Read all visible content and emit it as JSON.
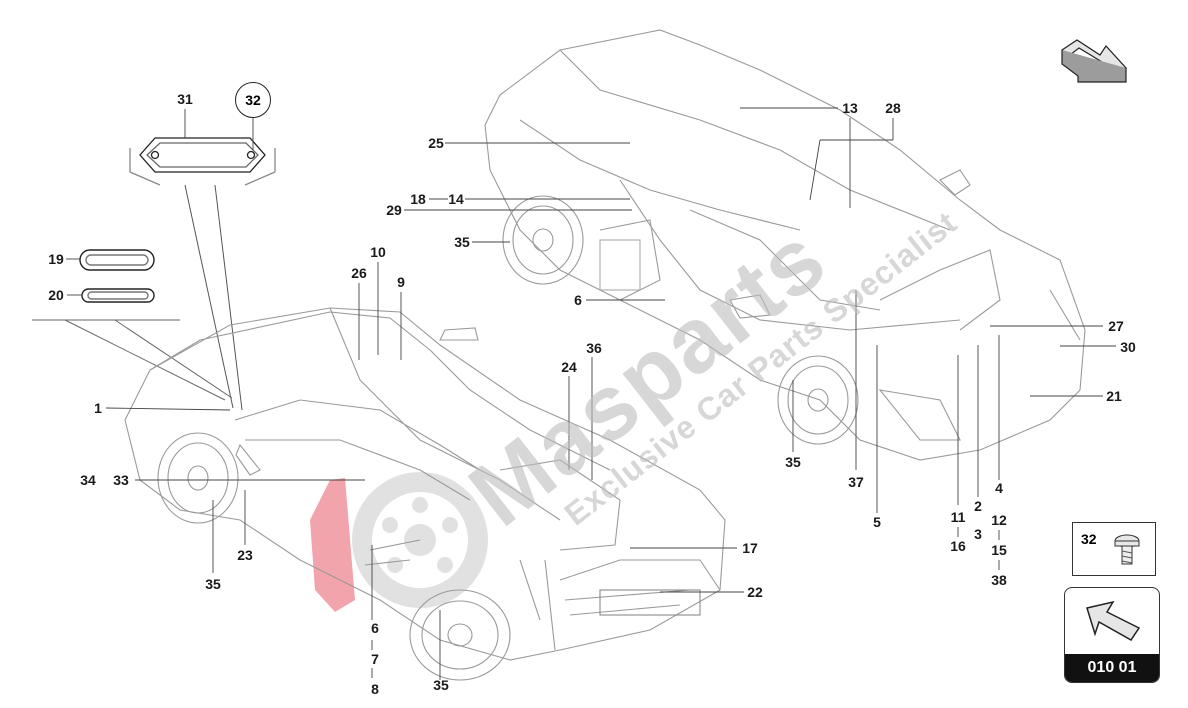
{
  "watermark": {
    "brand": "Masparts",
    "tagline": "Exclusive Car Parts Specialist"
  },
  "callouts": [
    {
      "id": "1",
      "text": "1"
    },
    {
      "id": "2",
      "text": "2"
    },
    {
      "id": "3",
      "text": "3"
    },
    {
      "id": "4",
      "text": "4"
    },
    {
      "id": "5",
      "text": "5"
    },
    {
      "id": "6a",
      "text": "6"
    },
    {
      "id": "6b",
      "text": "6"
    },
    {
      "id": "7",
      "text": "7"
    },
    {
      "id": "8",
      "text": "8"
    },
    {
      "id": "9",
      "text": "9"
    },
    {
      "id": "10",
      "text": "10"
    },
    {
      "id": "11",
      "text": "11"
    },
    {
      "id": "12",
      "text": "12"
    },
    {
      "id": "13",
      "text": "13"
    },
    {
      "id": "14",
      "text": "14"
    },
    {
      "id": "15",
      "text": "15"
    },
    {
      "id": "16",
      "text": "16"
    },
    {
      "id": "17",
      "text": "17"
    },
    {
      "id": "18",
      "text": "18"
    },
    {
      "id": "19",
      "text": "19"
    },
    {
      "id": "20",
      "text": "20"
    },
    {
      "id": "21",
      "text": "21"
    },
    {
      "id": "22",
      "text": "22"
    },
    {
      "id": "23",
      "text": "23"
    },
    {
      "id": "24",
      "text": "24"
    },
    {
      "id": "25",
      "text": "25"
    },
    {
      "id": "26",
      "text": "26"
    },
    {
      "id": "27",
      "text": "27"
    },
    {
      "id": "28",
      "text": "28"
    },
    {
      "id": "29",
      "text": "29"
    },
    {
      "id": "30",
      "text": "30"
    },
    {
      "id": "31",
      "text": "31"
    },
    {
      "id": "33",
      "text": "33"
    },
    {
      "id": "34",
      "text": "34"
    },
    {
      "id": "35a",
      "text": "35"
    },
    {
      "id": "35b",
      "text": "35"
    },
    {
      "id": "35c",
      "text": "35"
    },
    {
      "id": "35d",
      "text": "35"
    },
    {
      "id": "36",
      "text": "36"
    },
    {
      "id": "37",
      "text": "37"
    },
    {
      "id": "38",
      "text": "38"
    }
  ],
  "circled_callout": "32",
  "inset_part": {
    "number": "32"
  },
  "nav_box": {
    "code": "010 01"
  }
}
